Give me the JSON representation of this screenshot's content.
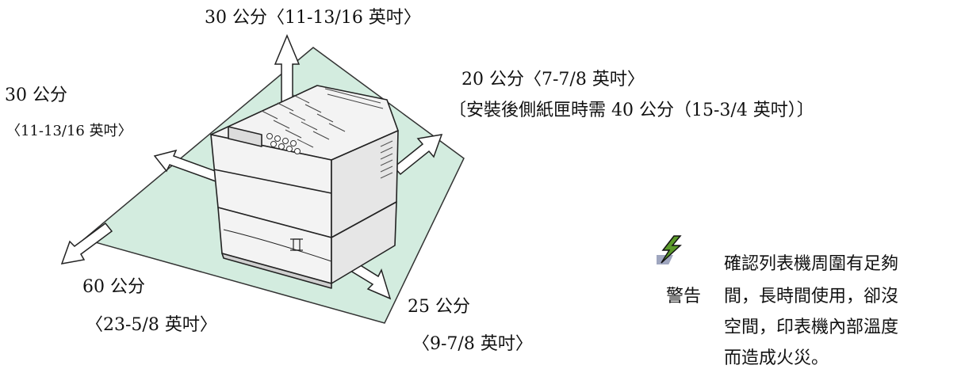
{
  "labels": {
    "top": "30 公分〈11-13/16 英吋〉",
    "right_main": "20 公分〈7-7/8 英吋〉",
    "right_note": "〔安裝後側紙匣時需 40 公分（15-3/4 英吋）〕",
    "left_cm": "30 公分",
    "left_in": "〈11-13/16 英吋〉",
    "front_cm": "60 公分",
    "front_in": "〈23-5/8 英吋〉",
    "side_cm": "25 公分",
    "side_in": "〈9-7/8 英吋〉"
  },
  "warning": {
    "icon": "lightning-bolt-icon",
    "heading": "警告",
    "lines": [
      "確認列表機周圍有足夠",
      "間，長時間使用，卻沒",
      "空間，印表機內部溫度",
      "而造成火災。"
    ]
  },
  "colors": {
    "floor": "#d3ecdf",
    "floor_stroke": "#333333",
    "printer": "#f2f2f2",
    "ink": "#111111"
  }
}
